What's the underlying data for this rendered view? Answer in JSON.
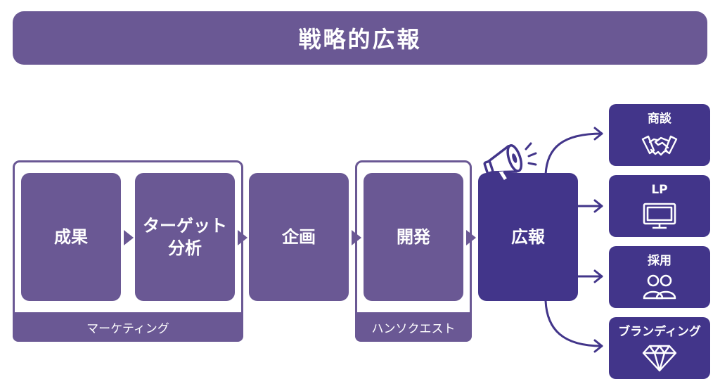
{
  "title": "戦略的広報",
  "groups": {
    "marketing": "マーケティング",
    "hands_on": "ハンソクエスト"
  },
  "steps": {
    "result": "成果",
    "target": "ターゲット\n分析",
    "plan": "企画",
    "develop": "開発",
    "pr": "広報"
  },
  "outputs": {
    "negotiation": "商談",
    "lp": "LP",
    "recruit": "採用",
    "branding": "ブランディング"
  },
  "colors": {
    "purple": "#6a5894",
    "navy": "#42358a"
  },
  "icons": [
    "megaphone-icon",
    "handshake-icon",
    "monitor-icon",
    "people-icon",
    "diamond-icon"
  ]
}
